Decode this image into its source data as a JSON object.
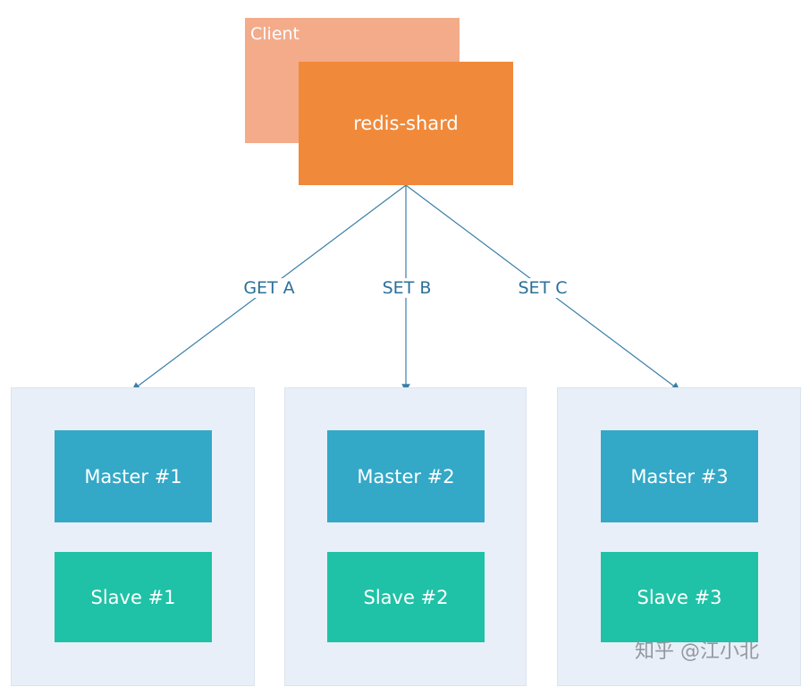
{
  "client": {
    "label": "Client"
  },
  "shard": {
    "label": "redis-shard"
  },
  "edges": [
    {
      "label": "GET A"
    },
    {
      "label": "SET B"
    },
    {
      "label": "SET C"
    }
  ],
  "groups": [
    {
      "master": "Master #1",
      "slave": "Slave #1"
    },
    {
      "master": "Master #2",
      "slave": "Slave #2"
    },
    {
      "master": "Master #3",
      "slave": "Slave #3"
    }
  ],
  "watermark": "知乎 @江小北",
  "colors": {
    "client": "#f4ab8a",
    "shard": "#f08a3a",
    "master": "#34a8c7",
    "slave": "#1fc2a6",
    "group_bg": "#e9eff8",
    "edge": "#3a7fa8"
  }
}
